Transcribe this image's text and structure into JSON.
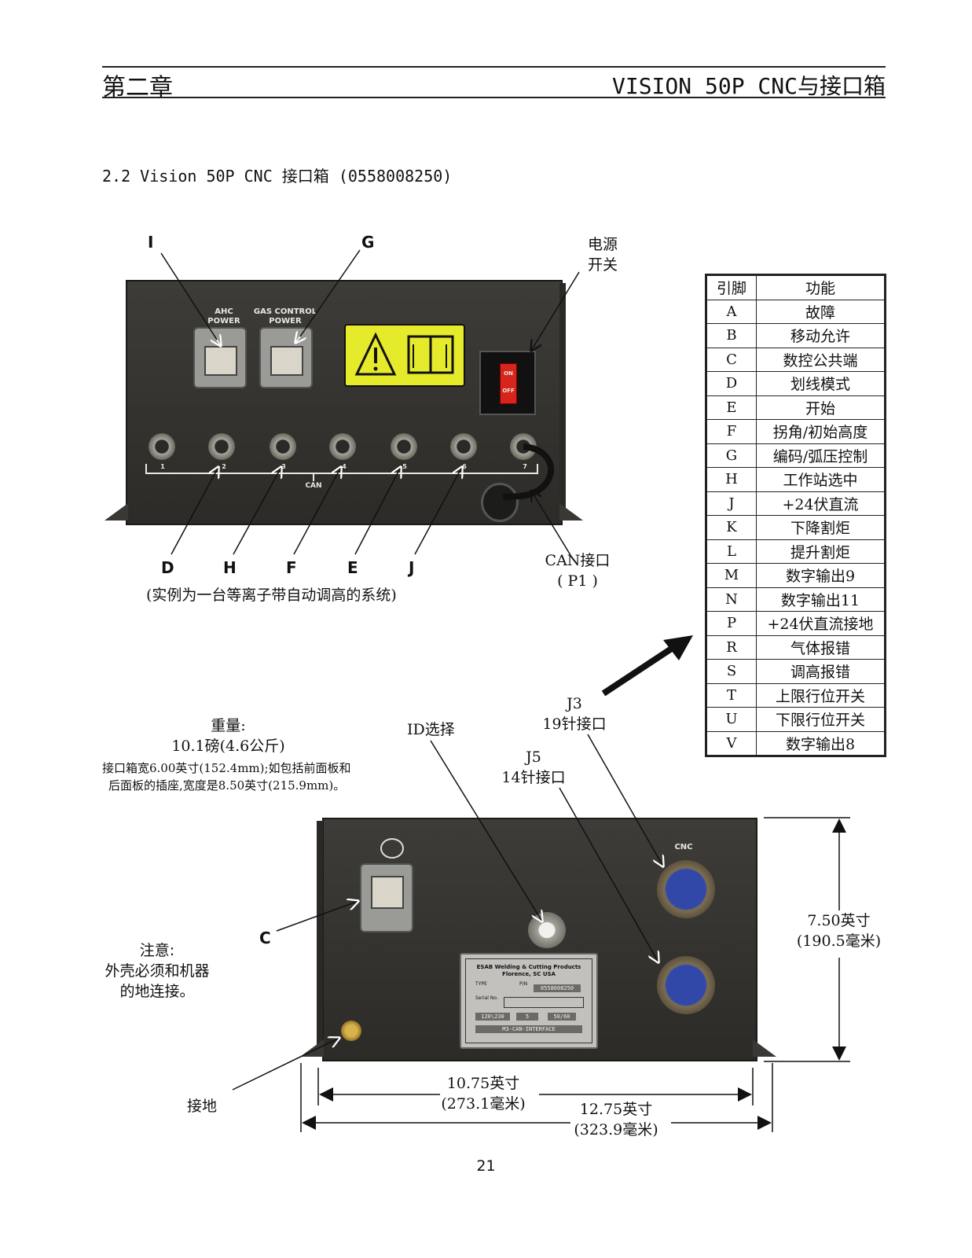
{
  "header": {
    "chapter": "第二章",
    "title": "VISION 50P CNC与接口箱"
  },
  "section_title": "2.2 Vision 50P CNC 接口箱 (0558008250)",
  "front_view": {
    "letters_top": [
      "I",
      "G"
    ],
    "letters_bottom": [
      "D",
      "H",
      "F",
      "E",
      "J"
    ],
    "power_switch_label": [
      "电源",
      "开关"
    ],
    "can_port_label": [
      "CAN接口",
      "( P1 )"
    ],
    "caption": "(实例为一台等离子带自动调高的系统)",
    "panel_labels": {
      "ahc": "AHC\nPOWER",
      "gas": "GAS CONTROL\nPOWER",
      "can": "CAN",
      "switch_on": "ON",
      "switch_off": "OFF"
    },
    "port_numbers": [
      "1",
      "2",
      "3",
      "4",
      "5",
      "6",
      "7"
    ]
  },
  "pin_table": {
    "headers": [
      "引脚",
      "功能"
    ],
    "rows": [
      [
        "A",
        "故障"
      ],
      [
        "B",
        "移动允许"
      ],
      [
        "C",
        "数控公共端"
      ],
      [
        "D",
        "划线模式"
      ],
      [
        "E",
        "开始"
      ],
      [
        "F",
        "拐角/初始高度"
      ],
      [
        "G",
        "编码/弧压控制"
      ],
      [
        "H",
        "工作站选中"
      ],
      [
        "J",
        "+24伏直流"
      ],
      [
        "K",
        "下降割炬"
      ],
      [
        "L",
        "提升割炬"
      ],
      [
        "M",
        "数字输出9"
      ],
      [
        "N",
        "数字输出11"
      ],
      [
        "P",
        "+24伏直流接地"
      ],
      [
        "R",
        "气体报错"
      ],
      [
        "S",
        "调高报错"
      ],
      [
        "T",
        "上限行位开关"
      ],
      [
        "U",
        "下限行位开关"
      ],
      [
        "V",
        "数字输出8"
      ]
    ]
  },
  "rear_view": {
    "weight": [
      "重量:",
      "10.1磅(4.6公斤)"
    ],
    "dimension_note": [
      "接口箱宽6.00英寸(152.4mm);如包括前面板和",
      "后面板的插座,宽度是8.50英寸(215.9mm)。"
    ],
    "id_select": "ID选择",
    "j3_label": [
      "J3",
      "19针接口"
    ],
    "j5_label": [
      "J5",
      "14针接口"
    ],
    "letter_c": "C",
    "note": [
      "注意:",
      "外壳必须和机器",
      "的地连接。"
    ],
    "ground": "接地",
    "height": [
      "7.50英寸",
      "(190.5毫米)"
    ],
    "width_inner": [
      "10.75英寸",
      "(273.1毫米)"
    ],
    "width_outer": [
      "12.75英寸",
      "(323.9毫米)"
    ],
    "panel_labels": {
      "cnc": "CNC",
      "plate_title": "ESAB Welding & Cutting Products",
      "plate_sub": "Florence, SC USA",
      "type": "TYPE",
      "pn": "P/N",
      "pn_value": "0558008250",
      "serial": "Serial No.",
      "volt": "120\\230",
      "amp": "5",
      "hz": "50/60",
      "model": "M3-CAN-INTERFACE"
    }
  },
  "page_number": "21"
}
